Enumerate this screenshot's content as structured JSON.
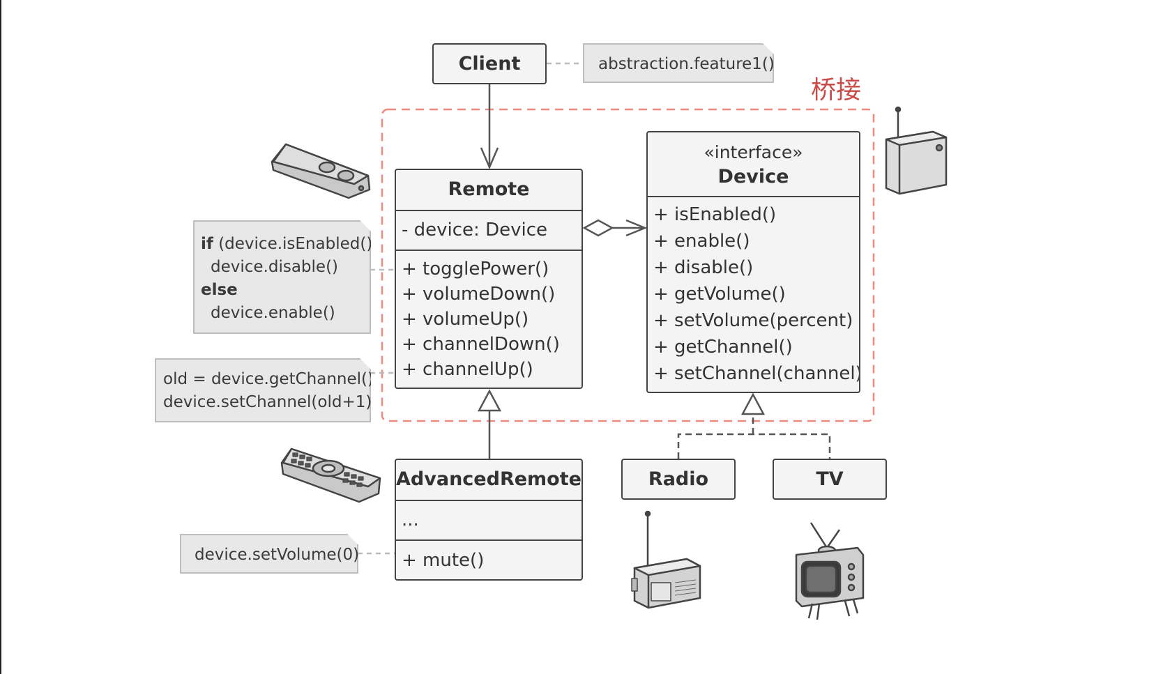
{
  "bridge_label": "桥接",
  "classes": {
    "client": {
      "name": "Client"
    },
    "remote": {
      "name": "Remote",
      "fields": [
        "- device: Device"
      ],
      "methods": [
        "+ togglePower()",
        "+ volumeDown()",
        "+ volumeUp()",
        "+ channelDown()",
        "+ channelUp()"
      ]
    },
    "device": {
      "stereotype": "«interface»",
      "name": "Device",
      "methods": [
        "+ isEnabled()",
        "+ enable()",
        "+ disable()",
        "+ getVolume()",
        "+ setVolume(percent)",
        "+ getChannel()",
        "+ setChannel(channel)"
      ]
    },
    "advanced_remote": {
      "name": "AdvancedRemote",
      "fields": [
        "..."
      ],
      "methods": [
        "+ mute()"
      ]
    },
    "radio": {
      "name": "Radio"
    },
    "tv": {
      "name": "TV"
    }
  },
  "notes": {
    "client_note": "abstraction.feature1()",
    "toggle_note": {
      "line1_keyword": "if",
      "line1_rest": " (device.isEnabled())",
      "line2": "device.disable()",
      "line3_keyword": "else",
      "line4": "device.enable()"
    },
    "channel_note": {
      "line1": "old = device.getChannel()",
      "line2": "device.setChannel(old+1)"
    },
    "mute_note": "device.setVolume(0)"
  },
  "colors": {
    "box_fill": "#f4f4f4",
    "box_border": "#444444",
    "note_fill": "#e8e8e8",
    "note_border": "#bdbdbd",
    "bridge_border": "#ee8a80",
    "bridge_text": "#c94a46",
    "connector": "#555555",
    "dashed_connector": "#bbbbbb"
  },
  "icons": [
    "basic-remote-icon",
    "advanced-remote-icon",
    "wifi-router-icon",
    "radio-icon",
    "tv-icon"
  ]
}
